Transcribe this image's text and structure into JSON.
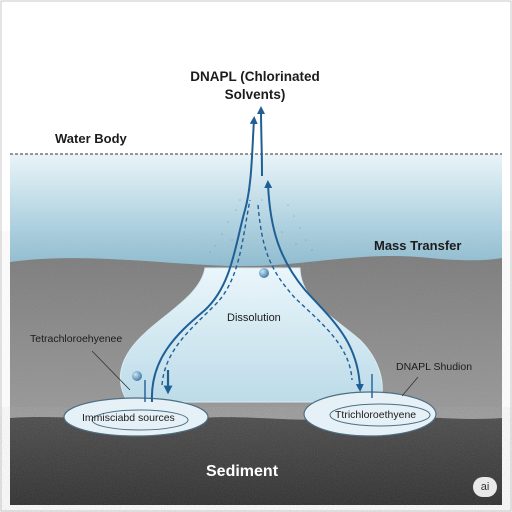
{
  "title_line1": "DNAPL (Chlorinated",
  "title_line2": "Solvents)",
  "labels": {
    "water_body": "Water Body",
    "mass_transfer": "Mass Transfer",
    "dissolution": "Dissolution",
    "tetrachloroethylene": "Tetrachloroehyenee",
    "dnapl_shudion": "DNAPL Shudion",
    "immiscible_sources": "Immisciabd sources",
    "trichloroethyene": "Ttrichloroethyene",
    "sediment": "Sediment"
  },
  "badge": "ai",
  "colors": {
    "water_top": "#e6f2f7",
    "water_bottom": "#8fc0d5",
    "plume": "#d9edf5",
    "arrow": "#1f5f96",
    "sediment_light": "#8a8a8a",
    "sediment_dark": "#3a3a3a"
  }
}
